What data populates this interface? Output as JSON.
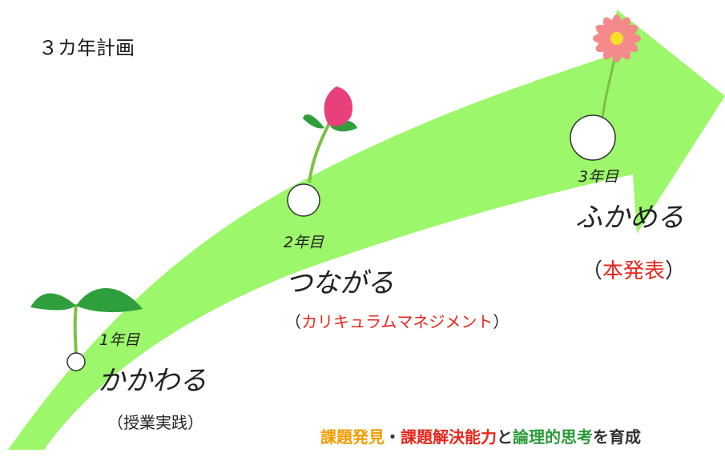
{
  "title": "３カ年計画",
  "stages": [
    {
      "year": "1年目",
      "name": "かかわる",
      "note": "授業実践"
    },
    {
      "year": "2年目",
      "name": "つながる",
      "note": "カリキュラムマネジメント"
    },
    {
      "year": "3年目",
      "name": "ふかめる",
      "note": "本発表"
    }
  ],
  "paren_open": "（",
  "paren_close": "）",
  "bottom_line": {
    "part1": "課題発見",
    "sep": "・",
    "part2": "課題解決能力",
    "conj": "と",
    "part3": "論理的思考",
    "rest": "を育成"
  },
  "colors": {
    "arrow": "#9cf76a",
    "leaf": "#2f9e3c",
    "stem": "#7cc044",
    "bud": "#e8407a",
    "flower": "#f58a8a",
    "flower_center": "#f7e02a",
    "note_red": "#e8261c",
    "orange": "#f39a00",
    "red": "#e8261c",
    "green": "#2a9a3a",
    "dark": "#333333"
  },
  "icons": [
    "sprout-icon",
    "bud-icon",
    "flower-icon"
  ]
}
